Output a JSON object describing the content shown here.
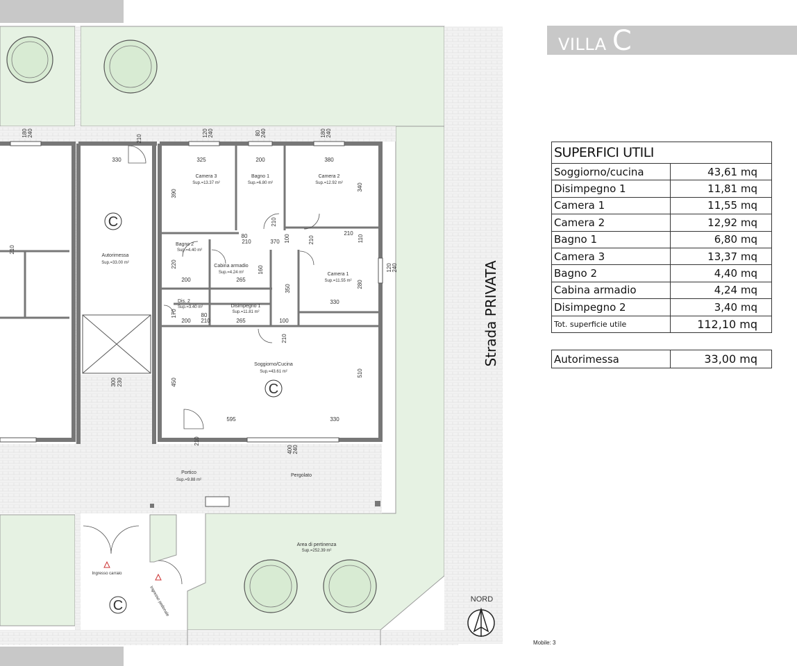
{
  "header": {
    "villa_word": "VILLA",
    "villa_letter": "C"
  },
  "street_label": "Strada PRIVATA",
  "north_label": "NORD",
  "mobile_label": "Mobile: 3",
  "areas_table": {
    "title": "SUPERFICI UTILI",
    "rows": [
      {
        "label": "Soggiorno/cucina",
        "value": "43,61 mq"
      },
      {
        "label": "Disimpegno 1",
        "value": "11,81 mq"
      },
      {
        "label": "Camera 1",
        "value": "11,55 mq"
      },
      {
        "label": "Camera 2",
        "value": "12,92 mq"
      },
      {
        "label": "Bagno 1",
        "value": "6,80 mq"
      },
      {
        "label": "Camera 3",
        "value": "13,37 mq"
      },
      {
        "label": "Bagno 2",
        "value": "4,40 mq"
      },
      {
        "label": "Cabina armadio",
        "value": "4,24 mq"
      },
      {
        "label": "Disimpegno 2",
        "value": "3,40 mq"
      }
    ],
    "total_label": "Tot. superficie utile",
    "total_value": "112,10 mq"
  },
  "garage_table": {
    "label": "Autorimessa",
    "value": "33,00 mq"
  },
  "plan": {
    "unit_marker": "C",
    "rooms": {
      "camera3": {
        "name": "Camera 3",
        "area": "Sup.=13.37 m²"
      },
      "bagno1": {
        "name": "Bagno 1",
        "area": "Sup.=6.80 m²"
      },
      "camera2": {
        "name": "Camera 2",
        "area": "Sup.=12.92 m²"
      },
      "autorimessa": {
        "name": "Autorimessa",
        "area": "Sup.=33.00 m²"
      },
      "bagno2": {
        "name": "Bagno 2",
        "area": "Sup.=4.40 m²"
      },
      "cabina": {
        "name": "Cabina armadio",
        "area": "Sup.=4.24 m²"
      },
      "camera1": {
        "name": "Camera 1",
        "area": "Sup.=11.55 m²"
      },
      "dis2": {
        "name": "Dis. 2",
        "area": "Sup.=3.40 m²"
      },
      "disimpegno1": {
        "name": "Disimpegno 1",
        "area": "Sup.=11.81 m²"
      },
      "soggiorno": {
        "name": "Soggiorno/Cucina",
        "area": "Sup.=43.61 m²"
      },
      "portico": {
        "name": "Portico",
        "area": "Sup.=9.88 m²"
      },
      "pergolato": {
        "name": "Pergolato"
      },
      "pertinenza": {
        "name": "Area di pertinenza",
        "area": "Sup.=252.39 m²"
      }
    },
    "entrances": {
      "carraio": "Ingresso carraio",
      "pedonale": "Ingresso pedonale"
    },
    "dimensions": {
      "d325": "325",
      "d200": "200",
      "d380": "380",
      "d330": "330",
      "d390": "390",
      "d340": "340",
      "d370": "370",
      "d100": "100",
      "d210": "210",
      "d110": "110",
      "d220": "220",
      "d160": "160",
      "d265": "265",
      "d350": "350",
      "d280": "280",
      "d120": "120",
      "d240": "240",
      "d170": "170",
      "d80": "80",
      "d450": "450",
      "d510": "510",
      "d595": "595",
      "d300": "300",
      "d230": "230",
      "d180": "180",
      "d400": "400"
    }
  }
}
